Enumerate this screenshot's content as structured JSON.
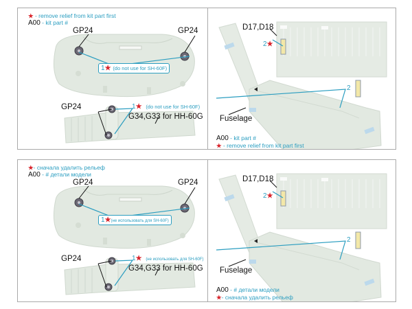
{
  "colors": {
    "accent_cyan": "#2a9dc0",
    "asterisk_red": "#d8242c",
    "part_grey_green": "#e2e9e1",
    "border": "#a9a9a9",
    "pe_yellow": "#f3e8a8"
  },
  "panels": [
    {
      "id": "english",
      "left": {
        "legend": {
          "star": "★",
          "star_text": " - remove relief from kit part first",
          "part_code": "A00",
          "part_text": " - kit part #"
        },
        "labels": {
          "gp24_a": "GP24",
          "gp24_b": "GP24",
          "gp24_c": "GP24",
          "g34": "G34,G33 for HH-60G"
        },
        "callout_top": {
          "num": "1",
          "star": "★",
          "text": "(do not use for SH-60F)"
        },
        "callout_bottom": {
          "num": "1",
          "star": "★",
          "text": "(do not use for SH-60F)"
        }
      },
      "right": {
        "labels": {
          "d17": "D17,D18",
          "fuselage": "Fuselage"
        },
        "callout_2star": {
          "num": "2",
          "star": "★"
        },
        "callout_2": {
          "num": "2"
        },
        "legend": {
          "part_code": "A00",
          "part_text": " - kit part #",
          "star": "★",
          "star_text": " - remove relief from kit part first"
        }
      }
    },
    {
      "id": "russian",
      "left": {
        "legend": {
          "star": "★",
          "star_text": "- сначала удалить рельеф",
          "part_code": "A00",
          "part_text": " - # детали модели"
        },
        "labels": {
          "gp24_a": "GP24",
          "gp24_b": "GP24",
          "gp24_c": "GP24",
          "g34": "G34,G33 for HH-60G"
        },
        "callout_top": {
          "num": "1",
          "star": "★",
          "text": "(не использовать для SH-60F)"
        },
        "callout_bottom": {
          "num": "1",
          "star": "★",
          "text": "(не использовать для SH-60F)"
        }
      },
      "right": {
        "labels": {
          "d17": "D17,D18",
          "fuselage": "Fuselage"
        },
        "callout_2star": {
          "num": "2",
          "star": "★"
        },
        "callout_2": {
          "num": "2"
        },
        "legend": {
          "part_code": "A00",
          "part_text": " - # детали модели",
          "star": "★",
          "star_text": "- сначала удалить рельеф"
        }
      }
    }
  ]
}
